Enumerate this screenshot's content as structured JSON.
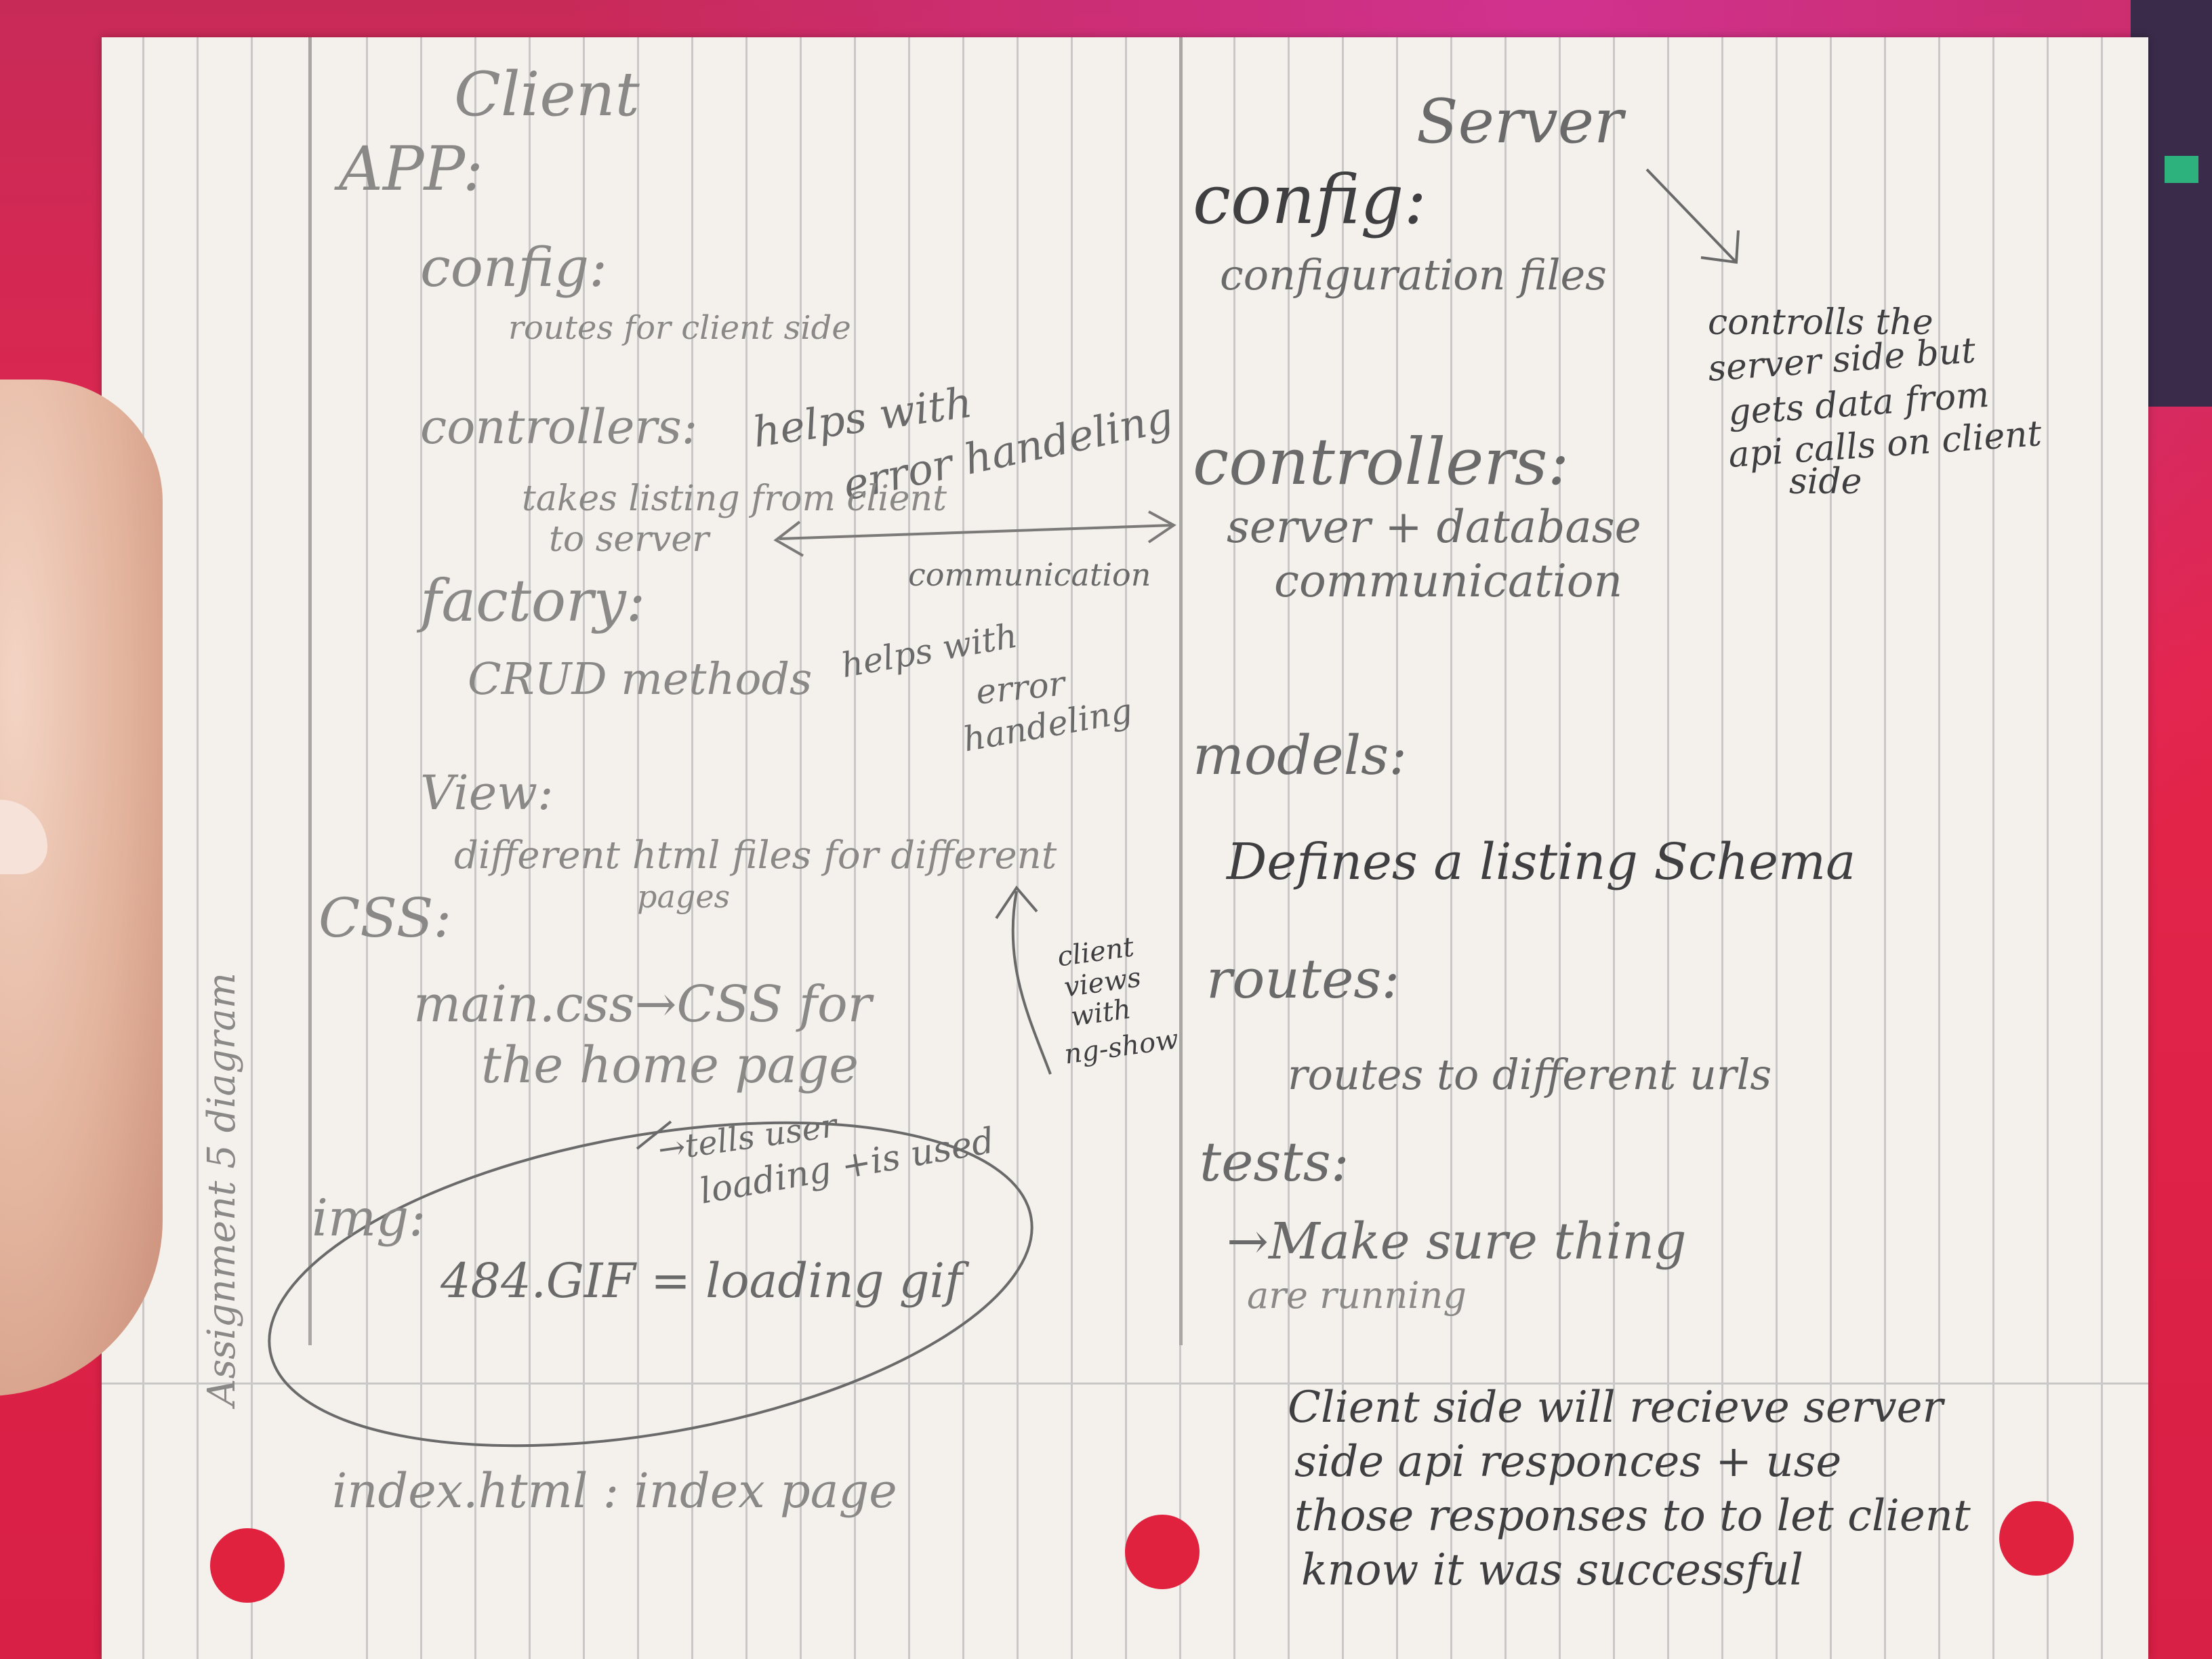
{
  "client": {
    "header": "Client",
    "app": "APP:",
    "config": "config:",
    "config_desc": "routes for client side",
    "controllers": "controllers:",
    "controllers_note": "helps with",
    "controllers_note2": "error handeling",
    "controllers_desc1": "takes listing from client",
    "controllers_desc2": "to server",
    "communication": "communication",
    "factory": "factory:",
    "crud": "CRUD methods",
    "factory_note1": "helps with",
    "factory_note2": "error",
    "factory_note3": "handeling",
    "view": "View:",
    "view_desc1": "different html files for different",
    "view_desc2": "pages",
    "css": "CSS:",
    "css_desc1": "main.css→CSS for",
    "css_desc2": "the home page",
    "view_note1": "client",
    "view_note2": "views",
    "view_note3": "with",
    "view_note4": "ng-show",
    "img_note1": "→tells user",
    "img_note2": "loading +is used",
    "img": "img:",
    "gif": "484.GIF = loading gif",
    "index": "index.html : index page",
    "side_title": "Assignment 5 diagram"
  },
  "server": {
    "header": "Server",
    "config": "config:",
    "config_desc": "configuration files",
    "config_note1": "controlls the",
    "config_note2": "server side but",
    "config_note3": "gets data from",
    "config_note4": "api calls on client",
    "config_note5": "side",
    "controllers": "controllers:",
    "controllers_desc1": "server + database",
    "controllers_desc2": "communication",
    "models": "models:",
    "models_desc": "Defines a listing Schema",
    "routes": "routes:",
    "routes_desc": "routes to different urls",
    "tests": "tests:",
    "tests_desc1": "→Make sure thing",
    "tests_desc2": "are running",
    "footer1": "Client side will recieve server",
    "footer2": "side api responces + use",
    "footer3": "those responses to to let client",
    "footer4": "know it was successful"
  }
}
